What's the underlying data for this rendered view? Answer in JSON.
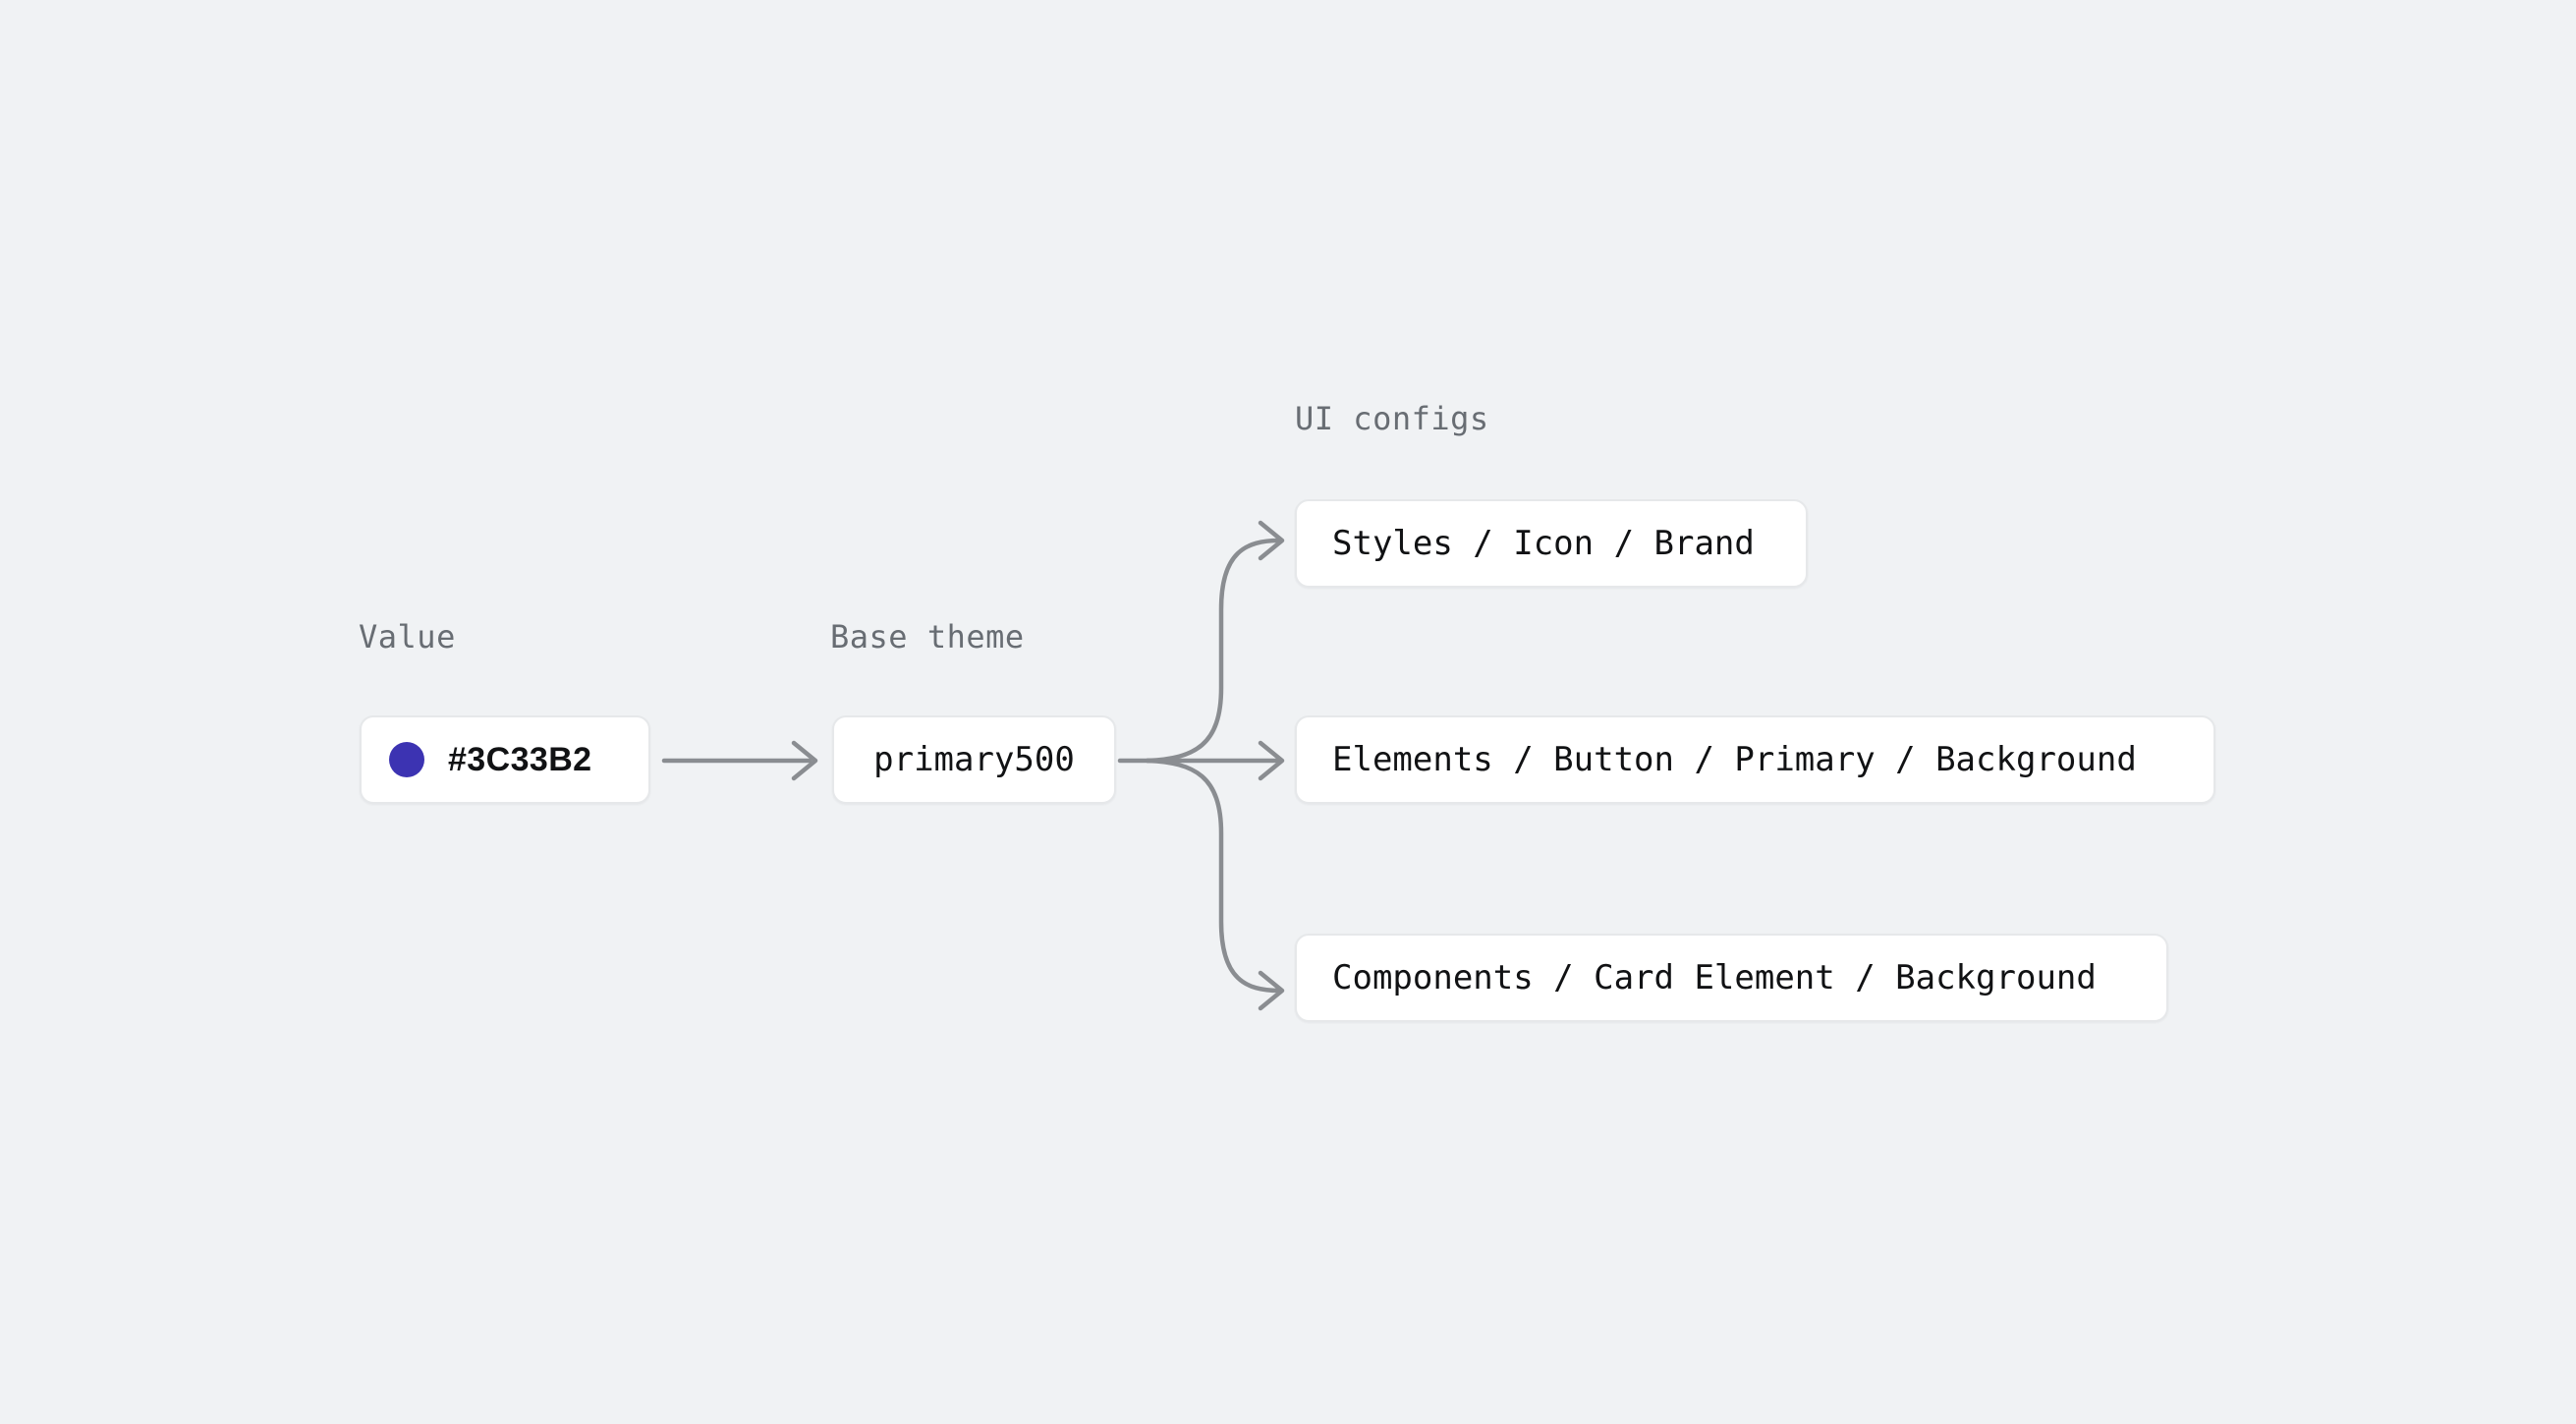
{
  "diagram": {
    "title": "design-token-flow",
    "background_color": "#F0F2F4",
    "columns": [
      {
        "id": "value",
        "label": "Value"
      },
      {
        "id": "base",
        "label": "Base theme"
      },
      {
        "id": "configs",
        "label": "UI configs"
      }
    ],
    "nodes": {
      "value": {
        "text": "#3C33B2",
        "swatch_color": "#3C33B2",
        "swatch_name": "color-swatch"
      },
      "base": {
        "text": "primary500"
      },
      "configs": [
        {
          "text": "Styles / Icon / Brand"
        },
        {
          "text": "Elements / Button / Primary / Background"
        },
        {
          "text": "Components / Card Element / Background"
        }
      ]
    },
    "edges": [
      {
        "from": "value",
        "to": "base",
        "style": "straight-arrow"
      },
      {
        "from": "base",
        "to": "configs.0",
        "style": "curved-arrow-up"
      },
      {
        "from": "base",
        "to": "configs.1",
        "style": "straight-arrow"
      },
      {
        "from": "base",
        "to": "configs.2",
        "style": "curved-arrow-down"
      }
    ],
    "edge_color": "#8a8d91",
    "node_border_color": "#E6E8EA",
    "node_fill_color": "#FFFFFF",
    "label_color": "#686D73",
    "text_color": "#111214"
  }
}
